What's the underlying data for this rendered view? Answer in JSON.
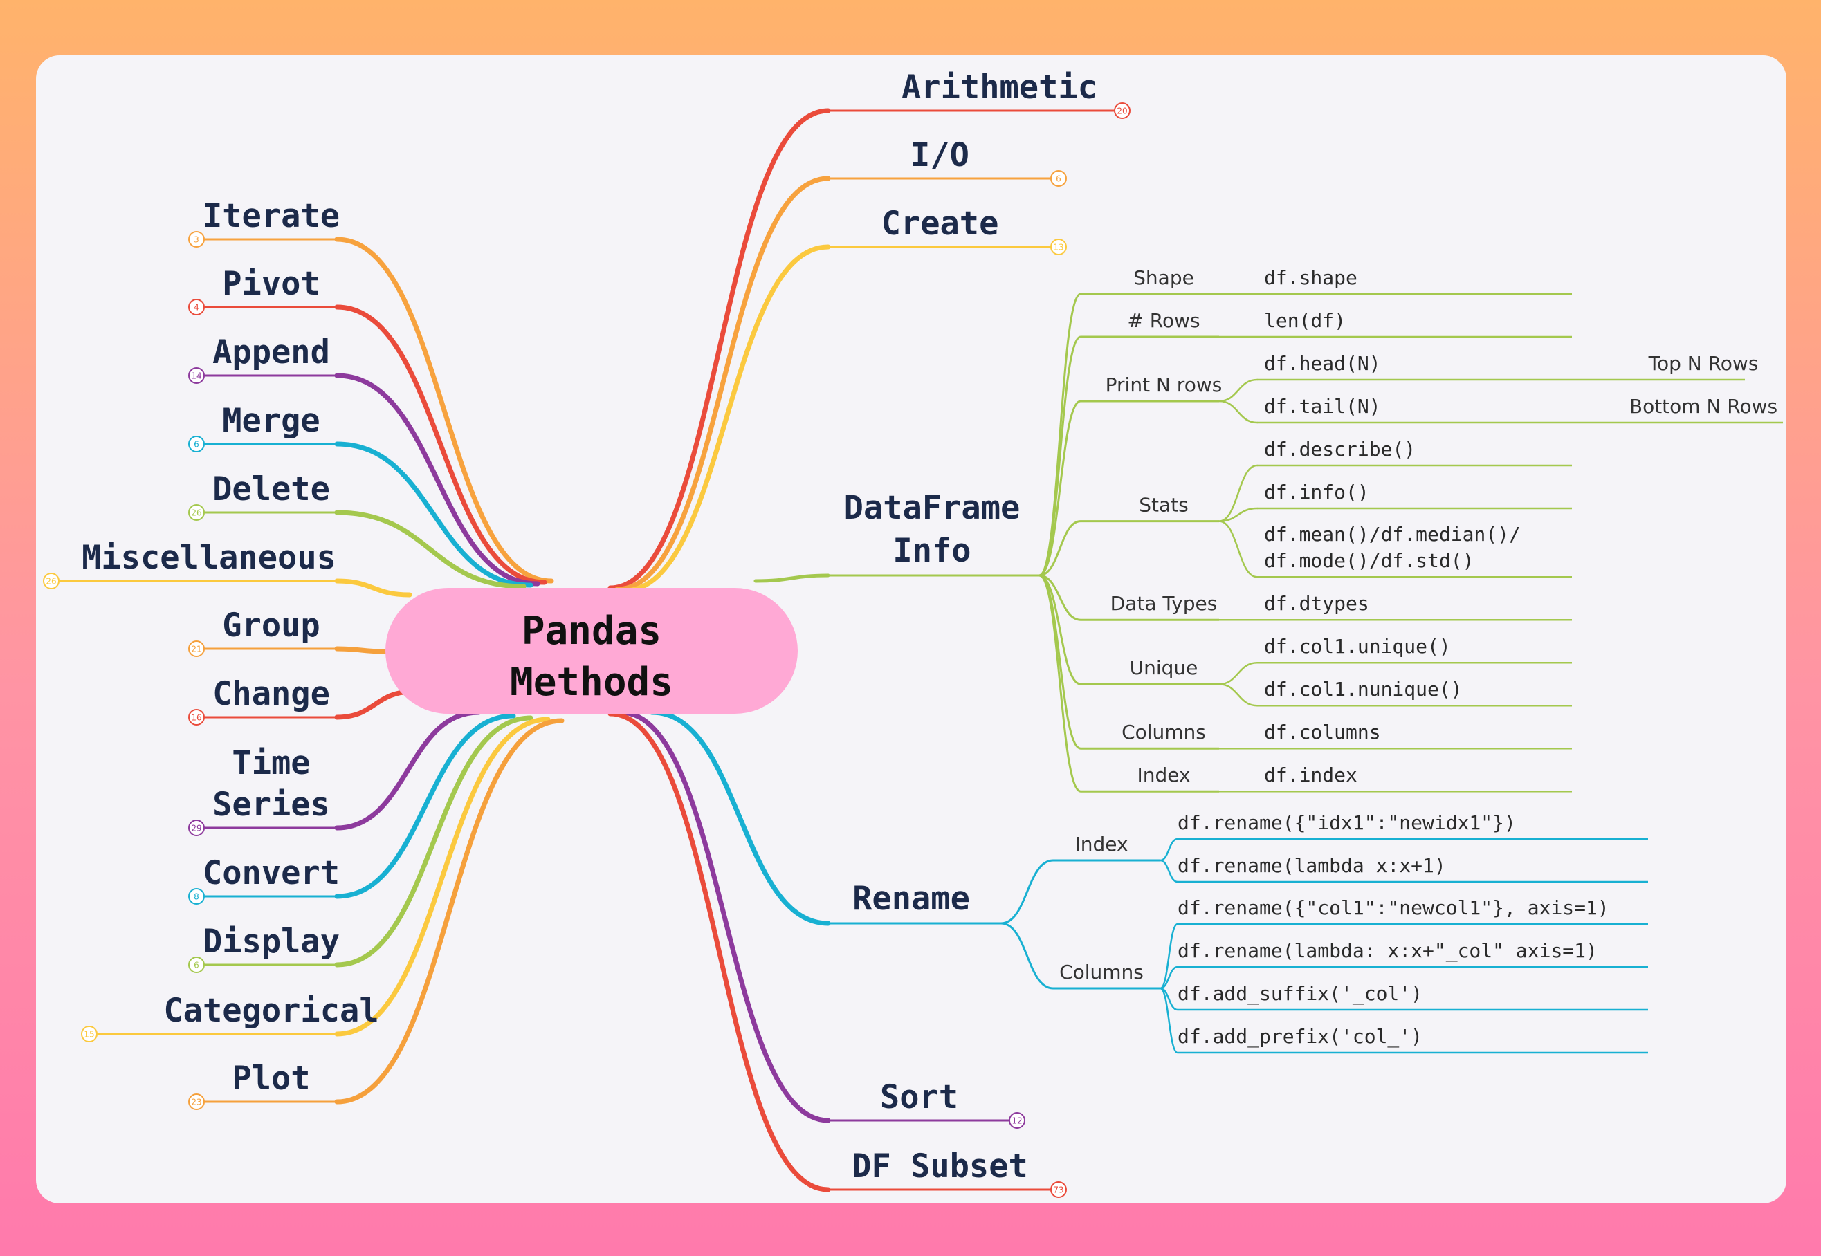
{
  "root": {
    "lines": [
      "Pandas",
      "Methods"
    ],
    "fill": "#ffa9d5"
  },
  "left_branches": [
    {
      "label": [
        "Iterate"
      ],
      "count": "3",
      "color": "#f7a23e"
    },
    {
      "label": [
        "Pivot"
      ],
      "count": "4",
      "color": "#ea4b3b"
    },
    {
      "label": [
        "Append"
      ],
      "count": "14",
      "color": "#8d3a9d"
    },
    {
      "label": [
        "Merge"
      ],
      "count": "6",
      "color": "#18b0d2"
    },
    {
      "label": [
        "Delete"
      ],
      "count": "26",
      "color": "#a4c84e"
    },
    {
      "label": [
        "Miscellaneous"
      ],
      "count": "26",
      "color": "#fbc93f"
    },
    {
      "label": [
        "Group"
      ],
      "count": "21",
      "color": "#f5a03c"
    },
    {
      "label": [
        "Change"
      ],
      "count": "16",
      "color": "#ea4b3b"
    },
    {
      "label": [
        "Time",
        "Series"
      ],
      "count": "29",
      "color": "#8d3a9d"
    },
    {
      "label": [
        "Convert"
      ],
      "count": "8",
      "color": "#18b0d2"
    },
    {
      "label": [
        "Display"
      ],
      "count": "6",
      "color": "#a4c84e"
    },
    {
      "label": [
        "Categorical"
      ],
      "count": "15",
      "color": "#fbc93f"
    },
    {
      "label": [
        "Plot"
      ],
      "count": "23",
      "color": "#f5a03c"
    }
  ],
  "right_branches": [
    {
      "label": [
        "Arithmetic"
      ],
      "count": "20",
      "color": "#ea4b3b"
    },
    {
      "label": [
        "I/O"
      ],
      "count": "6",
      "color": "#f7a23e"
    },
    {
      "label": [
        "Create"
      ],
      "count": "13",
      "color": "#fbc93f"
    },
    {
      "label": [
        "Sort"
      ],
      "count": "12",
      "color": "#8d3a9d"
    },
    {
      "label": [
        "DF Subset"
      ],
      "count": "73",
      "color": "#ea4b3b"
    }
  ],
  "dataframe_info": {
    "label": [
      "DataFrame",
      "Info"
    ],
    "color": "#a4c84e",
    "groups": [
      {
        "name": "Shape",
        "items": [
          {
            "text": [
              "df.shape"
            ]
          }
        ]
      },
      {
        "name": "# Rows",
        "items": [
          {
            "text": [
              "len(df)"
            ]
          }
        ]
      },
      {
        "name": "Print N rows",
        "items": [
          {
            "text": [
              "df.head(N)"
            ],
            "note": "Top N Rows"
          },
          {
            "text": [
              "df.tail(N)"
            ],
            "note": "Bottom N Rows"
          }
        ]
      },
      {
        "name": "Stats",
        "items": [
          {
            "text": [
              "df.describe()"
            ]
          },
          {
            "text": [
              "df.info()"
            ]
          },
          {
            "text": [
              "df.mean()/df.median()/",
              "df.mode()/df.std()"
            ]
          }
        ]
      },
      {
        "name": "Data Types",
        "items": [
          {
            "text": [
              "df.dtypes"
            ]
          }
        ]
      },
      {
        "name": "Unique",
        "items": [
          {
            "text": [
              "df.col1.unique()"
            ]
          },
          {
            "text": [
              "df.col1.nunique()"
            ]
          }
        ]
      },
      {
        "name": "Columns",
        "items": [
          {
            "text": [
              "df.columns"
            ]
          }
        ]
      },
      {
        "name": "Index",
        "items": [
          {
            "text": [
              "df.index"
            ]
          }
        ]
      }
    ]
  },
  "rename": {
    "label": [
      "Rename"
    ],
    "color": "#18b0d2",
    "groups": [
      {
        "name": "Index",
        "items": [
          {
            "text": [
              "df.rename({\"idx1\":\"newidx1\"})"
            ]
          },
          {
            "text": [
              "df.rename(lambda x:x+1)"
            ]
          }
        ]
      },
      {
        "name": "Columns",
        "items": [
          {
            "text": [
              "df.rename({\"col1\":\"newcol1\"}, axis=1)"
            ]
          },
          {
            "text": [
              "df.rename(lambda: x:x+\"_col\" axis=1)"
            ]
          },
          {
            "text": [
              "df.add_suffix('_col')"
            ]
          },
          {
            "text": [
              "df.add_prefix('col_')"
            ]
          }
        ]
      }
    ]
  }
}
